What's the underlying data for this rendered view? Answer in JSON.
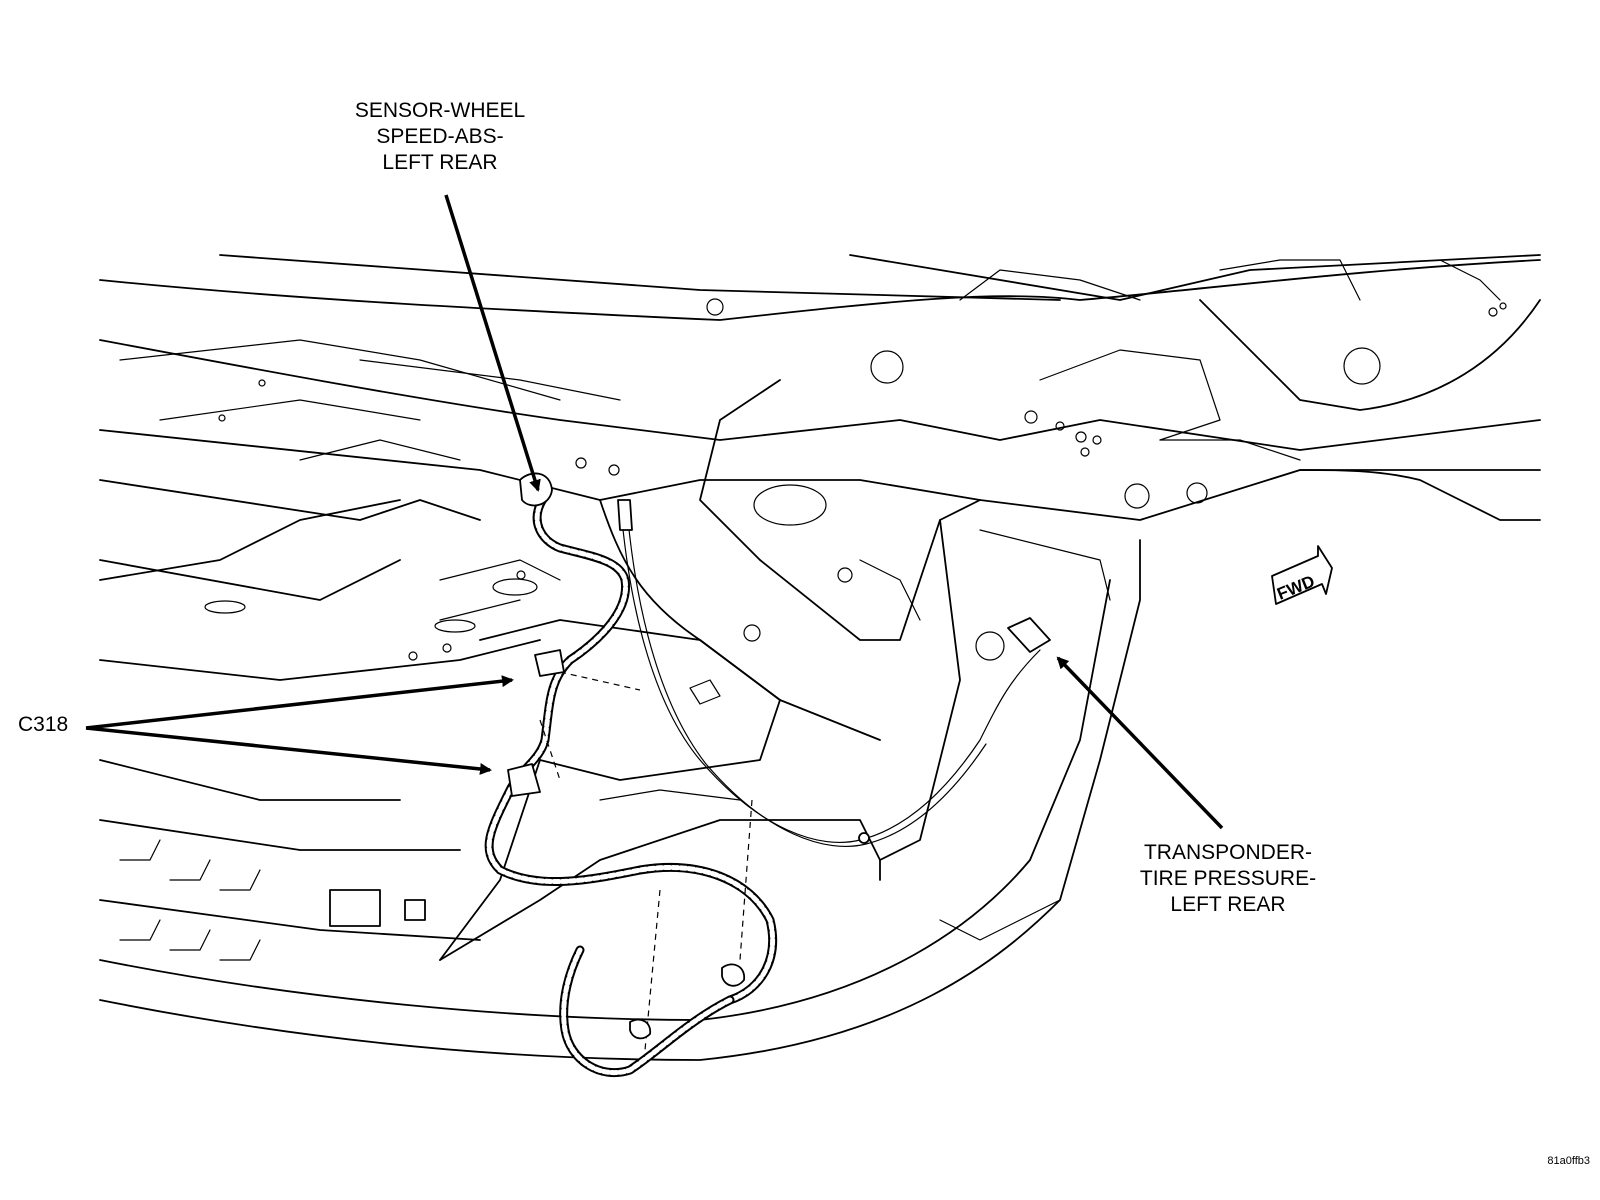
{
  "callouts": {
    "sensor_wheel_speed": [
      "SENSOR-WHEEL",
      "SPEED-ABS-",
      "LEFT REAR"
    ],
    "connector": "C318",
    "transponder": [
      "TRANSPONDER-",
      "TIRE PRESSURE-",
      "LEFT REAR"
    ]
  },
  "direction_badge": "FWD",
  "figure_code": "81a0ffb3"
}
